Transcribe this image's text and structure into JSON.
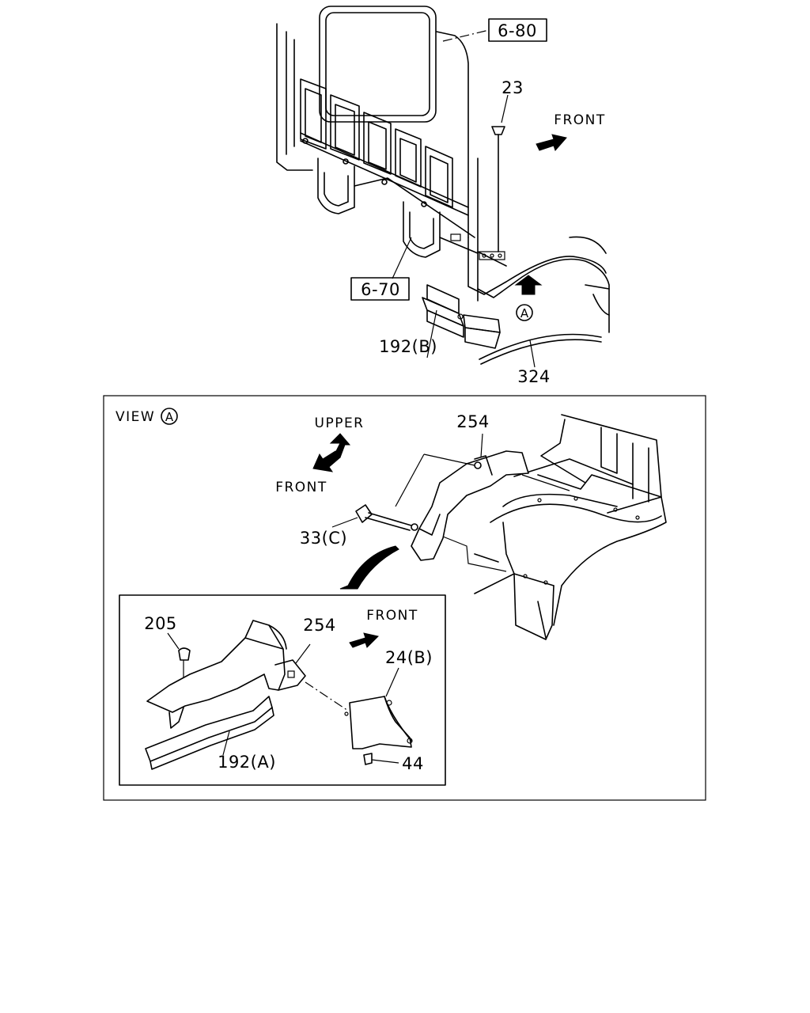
{
  "refs": {
    "ref_6_80": "6-80",
    "ref_6_70": "6-70"
  },
  "parts": {
    "p23": "23",
    "p192b": "192(B)",
    "p324": "324",
    "p254_view": "254",
    "p33c": "33(C)",
    "p205": "205",
    "p254_inset": "254",
    "p24b": "24(B)",
    "p192a": "192(A)",
    "p44": "44"
  },
  "directions": {
    "front_top": "FRONT",
    "upper": "UPPER",
    "front_view": "FRONT",
    "front_inset": "FRONT"
  },
  "view_marker": {
    "view_word": "VIEW",
    "letter": "A"
  },
  "callout_marker": {
    "letter": "A"
  }
}
